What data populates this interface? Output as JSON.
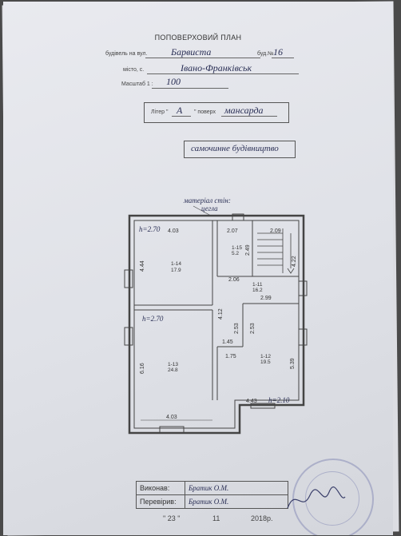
{
  "header": {
    "title": "ПОПОВЕРХОВИЙ ПЛАН",
    "street_label": "будівель на вул.",
    "street": "Барвиста",
    "building_label": "буд.№",
    "building_no": "16",
    "city_label": "місто, с.",
    "city": "Івано-Франківськ",
    "scale_label": "Масштаб 1 :",
    "scale": "100"
  },
  "liter": {
    "liter_label": "Літер \"",
    "liter_value": "А",
    "floor_label": "\" поверх",
    "floor_value": "мансарда"
  },
  "note": "самочинне будівництво",
  "plan": {
    "wall_material_1": "матеріал стін:",
    "wall_material_2": "цегла",
    "height_tl": "h=2.70",
    "height_ml": "h=2.70",
    "height_br": "h=2.10",
    "rooms": [
      {
        "id": "1-14",
        "area": "17.9"
      },
      {
        "id": "1-15",
        "area": "5.2"
      },
      {
        "id": "1-11",
        "area": "16.2"
      },
      {
        "id": "1-13",
        "area": "24.8"
      },
      {
        "id": "1-12",
        "area": "19.5"
      }
    ],
    "dims": {
      "d403_top": "4.03",
      "d207": "2.07",
      "d209": "2.09",
      "d444": "4.44",
      "d249": "2.49",
      "d422": "4.22",
      "d206": "2.06",
      "d299": "2.99",
      "d412": "4.12",
      "d253a": "2.53",
      "d253b": "2.53",
      "d145": "1.45",
      "d175": "1.75",
      "d616": "6.16",
      "d539": "5.39",
      "d443": "4.43",
      "d403_bottom": "4.03"
    }
  },
  "signatures": {
    "executed_label": "Виконав:",
    "executed_name": "Братик О.М.",
    "checked_label": "Перевірив:",
    "checked_name": "Братик О.М.",
    "date_day": "\" 23 \"",
    "date_month": "11",
    "date_year": "2018р."
  }
}
